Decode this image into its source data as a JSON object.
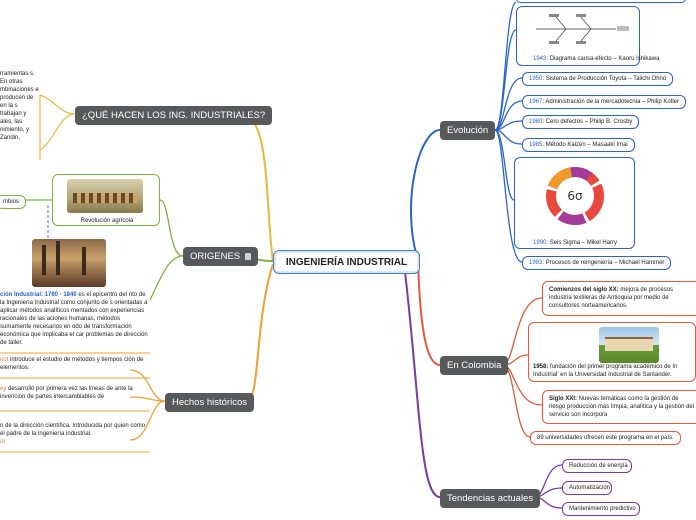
{
  "central": "INGENIERÍA INDUSTRIAL",
  "topics": {
    "evolucion": "Evolución",
    "colombia": "En Colombia",
    "tendencias": "Tendencias actuales",
    "que_hacen": "¿QUÉ HACEN LOS ING. INDUSTRIALES?",
    "origenes": "ORIGENES",
    "hechos": "Hechos históricos"
  },
  "evolucion": {
    "ishikawa": {
      "year": "1943",
      "text": ": Diagrama causa-efecto – Kaoru Ishikawa"
    },
    "items": [
      {
        "year": "1950",
        "text": ": Sistema de Producción Toyota – Taiichi Ohno"
      },
      {
        "year": "1967",
        "text": ": Administración de la mercadotecnia – Philip Kotler"
      },
      {
        "year": "1980",
        "text": ": Cero defectos – Philip B. Crosby"
      },
      {
        "year": "1985",
        "text": ": Método Kaizen – Masaaki Imai"
      }
    ],
    "sixsigma": {
      "year": "1990",
      "text": ": Seis Sigma – Mikel Harry",
      "logo": "6σ"
    },
    "reingenieria": {
      "year": "1993",
      "text": ": Procesos de reingeniería – Michael Hammer"
    }
  },
  "colombia": {
    "c1_bold": "Comienzos del siglo XX:",
    "c1_text": " mejora de procesos industria textileras de Antioquia por medio de consultores norteamericanos.",
    "c2_bold": "1958:",
    "c2_text": " fundación del primer programa académico de In Industrial' en la Universidad Industrial de Santander.",
    "c3_bold": "Siglo XXI:",
    "c3_text": " Nuevas temáticas como la gestión de riesgo producción más limpia, analítica y la gestión del servicio son incorpora",
    "c4_text": "89 universidades ofrecen este programa en el país."
  },
  "tendencias": [
    "Reducción de energía",
    "Automatización",
    "Mantenimiento predictivo"
  ],
  "que_hacen_text": "rramientas s. En otras mbinaciones e producen de en la s trabajan y ales, las nimiento, y Zandin,",
  "origenes": {
    "cambios": "mbios",
    "revolucion_agricola": "Revolución agrícola",
    "rev_industrial_title": "ción Industrial: 1760 - 1840",
    "rev_industrial_text": " es el epicentro del nto de la Ingeniería Industrial como conjunto de s orientadas a aplicar métodos analíticos mentados con experiencias racionales de las aciones humanas, métodos sumamente necesarios en odo de transformación económica que implicaba el car problemas de dirección de taller."
  },
  "hechos": {
    "h1_hl": "not",
    "h1_text": " introduce el estudio de métodos y tiempos ción de elementos.",
    "h2_hl": "ey",
    "h2_text": " desarrolló por primera vez las líneas de ante la invención de partes intercambiables de",
    "h3_text": "n de la dirección científica. Introducida por quien como el padre de la ingeniería industrial.",
    "h3_hl": "or"
  },
  "colors": {
    "evolucion": "#2a64c8",
    "colombia": "#e15a3a",
    "tendencias": "#7a3aa0",
    "que_hacen": "#e8b83a",
    "origenes": "#7cb33c",
    "hechos": "#f0a030"
  }
}
